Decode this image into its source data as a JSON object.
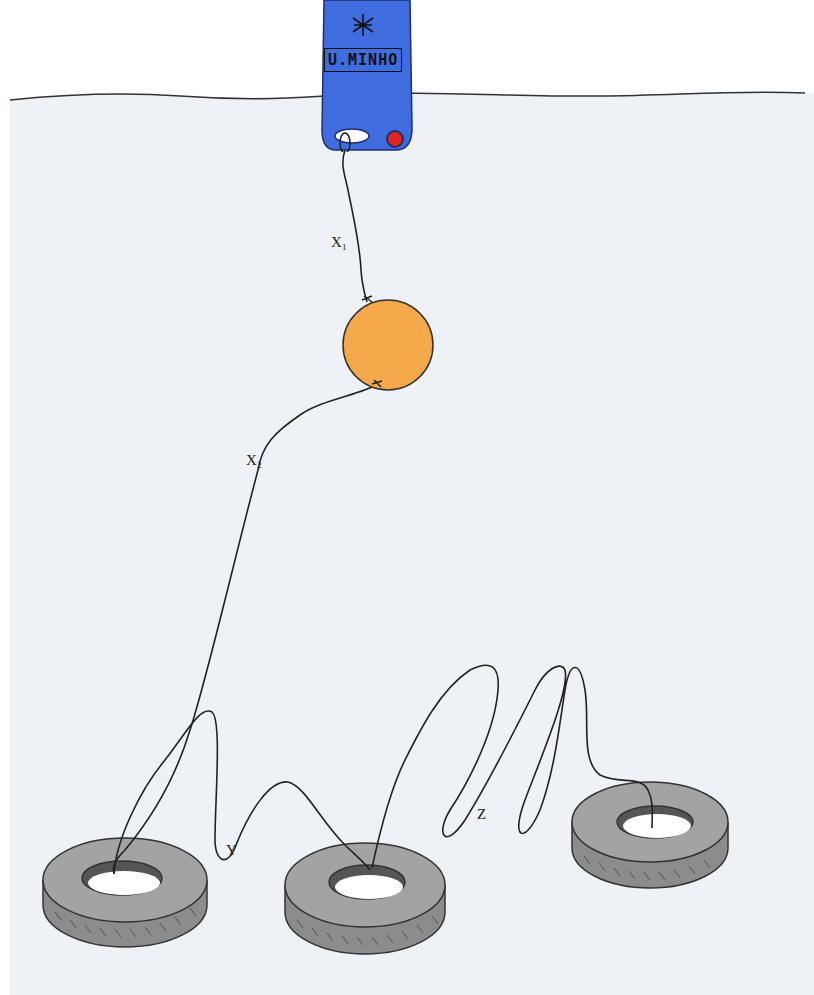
{
  "diagram": {
    "nodes": [
      {
        "text": [
          "U.MINHO"
        ]
      }
    ],
    "labels": [
      "X₁",
      "X₂",
      "Y",
      "Z"
    ]
  }
}
